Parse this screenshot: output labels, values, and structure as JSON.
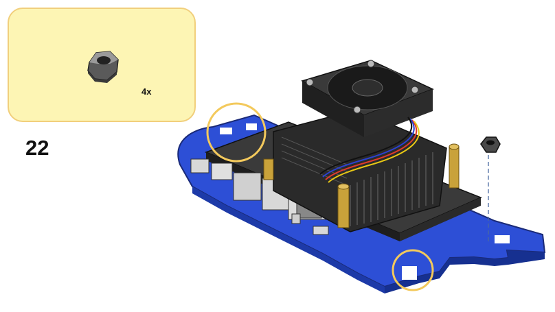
{
  "step": {
    "number": "22"
  },
  "parts_callout": {
    "part": "hex-nut",
    "quantity_label": "4x"
  },
  "colors": {
    "callout_fill": "#fdf5b4",
    "callout_border": "#f1cf7c",
    "baseplate_blue": "#2d4fd6",
    "highlight_circle": "#f3c95c",
    "heatsink": "#2a2a2a",
    "standoff_brass": "#c9a23a"
  },
  "icons": {
    "nut": "hex-nut-icon",
    "highlight": "highlight-circle"
  }
}
